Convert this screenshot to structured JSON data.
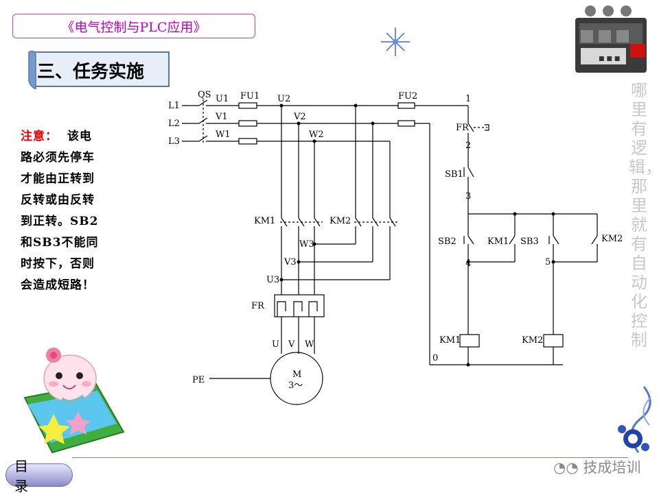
{
  "header": {
    "course_title": "《电气控制与PLC应用》"
  },
  "section": {
    "title": "三、任务实施"
  },
  "note": {
    "label": "注意：",
    "text_lines": [
      "该电",
      "路必须先停车",
      "才能由正转到",
      "反转或由反转",
      "到正转。SB2",
      "和SB3不能同",
      "时按下，否则",
      "会造成短路！"
    ]
  },
  "slogan": "哪里有逻辑，那里就有自动化控制",
  "footer": {
    "menu_button": "目 录",
    "watermark": "技成培训"
  },
  "diagram": {
    "power_lines": [
      "L1",
      "L2",
      "L3"
    ],
    "switch_label": "QS",
    "fuse_main": "FU1",
    "fuse_ctrl": "FU2",
    "phase_labels": {
      "u1": "U1",
      "v1": "V1",
      "w1": "W1",
      "u2": "U2",
      "v2": "V2",
      "w2": "W2",
      "u3": "U3",
      "v3": "V3",
      "w3": "W3"
    },
    "contactor_main": [
      "KM1",
      "KM2"
    ],
    "overload": "FR",
    "motor_terminals": [
      "U",
      "V",
      "W"
    ],
    "motor": {
      "label": "M",
      "sub": "3～"
    },
    "ground": "PE",
    "nodes": [
      "1",
      "2",
      "3",
      "4",
      "5",
      "0"
    ],
    "ctrl": {
      "fr_contact": "FR",
      "stop": "SB1",
      "fwd_btn": "SB2",
      "fwd_hold": "KM1",
      "rev_btn": "SB3",
      "rev_hold": "KM2",
      "coil1": "KM1",
      "coil2": "KM2"
    }
  }
}
